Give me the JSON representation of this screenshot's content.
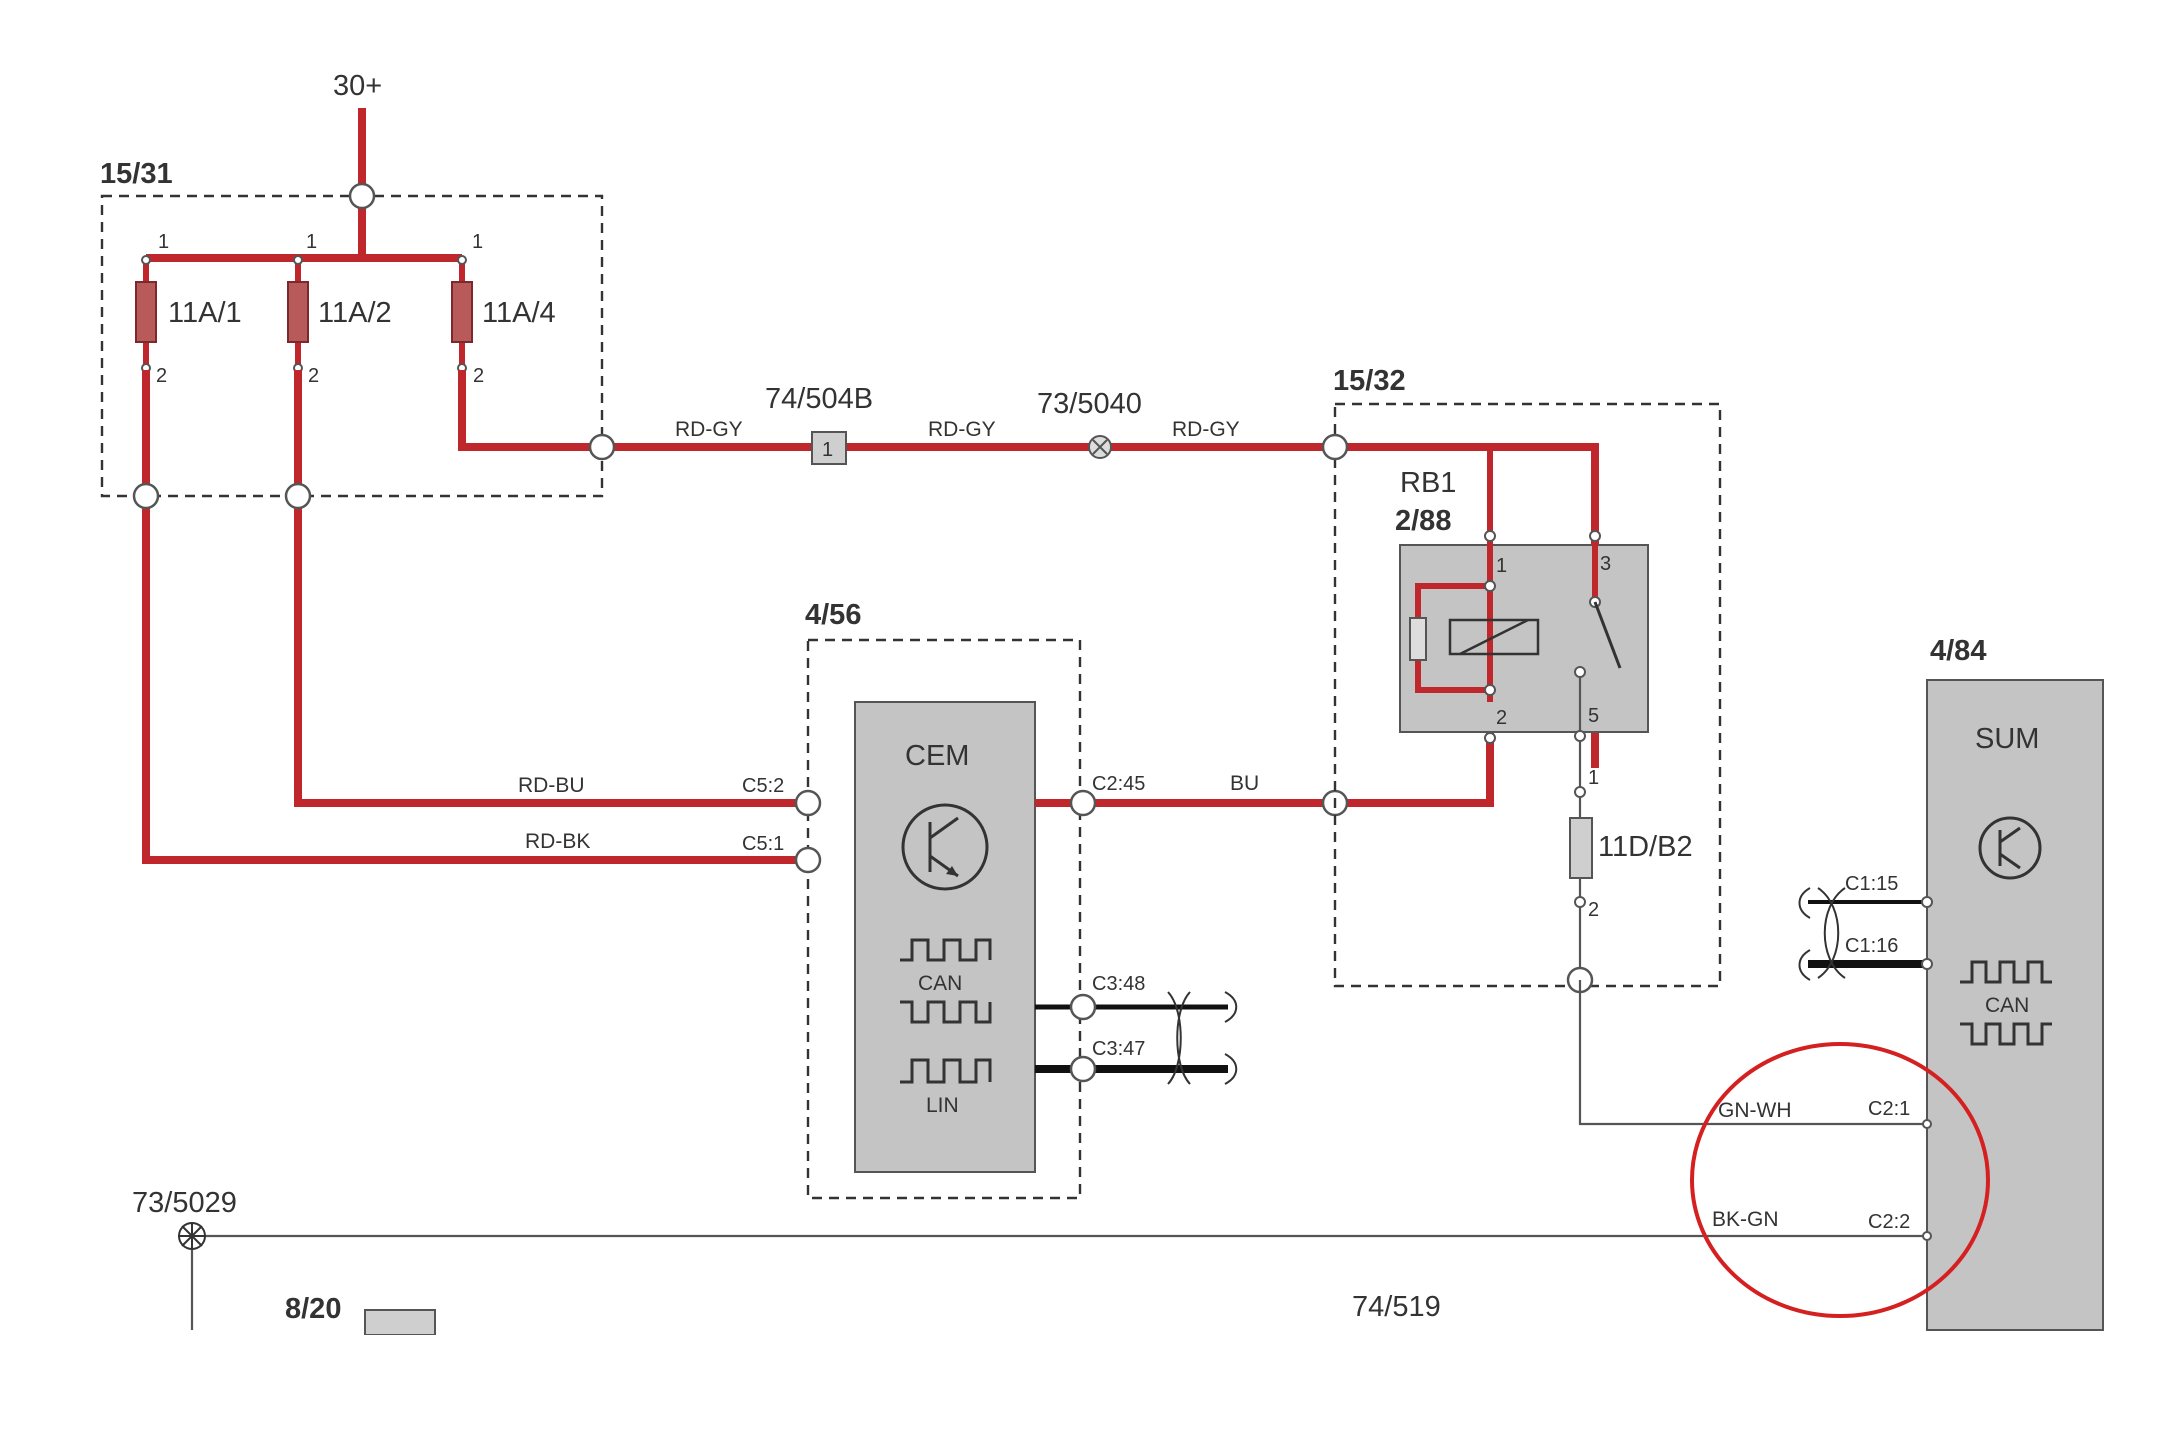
{
  "diagram": {
    "supply": "30+",
    "fuse_box": {
      "id": "15/31",
      "fuses": [
        "11A/1",
        "11A/2",
        "11A/4"
      ]
    },
    "connectors": {
      "c1": "74/504B",
      "c1_pin": "1",
      "c2": "73/5040",
      "ground": "73/5029",
      "bottom_mid": "74/519",
      "bottom_left": "8/20"
    },
    "wire_colors": {
      "rd_gy": "RD-GY",
      "rd_bu": "RD-BU",
      "rd_bk": "RD-BK",
      "bu": "BU",
      "gn_wh": "GN-WH",
      "bk_gn": "BK-GN"
    },
    "relay_box": {
      "id": "15/32",
      "relay": "RB1",
      "relay_ref": "2/88",
      "fuse": "11D/B2"
    },
    "cem": {
      "id": "4/56",
      "name": "CEM",
      "can": "CAN",
      "lin": "LIN"
    },
    "sum": {
      "id": "4/84",
      "name": "SUM",
      "can": "CAN"
    },
    "pins": {
      "c5_2": "C5:2",
      "c5_1": "C5:1",
      "c2_45": "C2:45",
      "c3_48": "C3:48",
      "c3_47": "C3:47",
      "c1_15": "C1:15",
      "c1_16": "C1:16",
      "c2_1": "C2:1",
      "c2_2": "C2:2",
      "one": "1",
      "two": "2",
      "three": "3",
      "five": "5"
    },
    "colors": {
      "wire_red": "#c0272d",
      "module_gray": "#c4c4c4",
      "highlight_circle": "#d42020"
    }
  }
}
